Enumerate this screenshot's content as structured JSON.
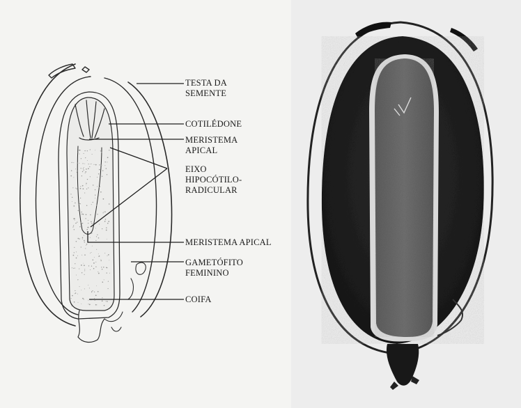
{
  "figure": {
    "labels": {
      "testa": [
        "TESTA DA",
        "SEMENTE"
      ],
      "cotiledone": [
        "COTILÉDONE"
      ],
      "meristema_apical_top": [
        "MERISTEMA",
        "APICAL"
      ],
      "eixo": [
        "EIXO",
        "HIPOCÓTILO-",
        "RADICULAR"
      ],
      "meristema_apical_bottom": [
        "MERISTEMA APICAL"
      ],
      "gametofito": [
        "GAMETÓFITO",
        "FEMININO"
      ],
      "coifa": [
        "COIFA"
      ]
    }
  }
}
